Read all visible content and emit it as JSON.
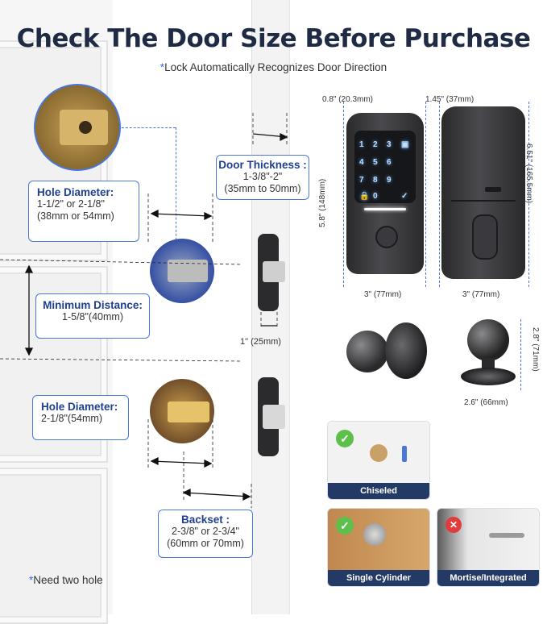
{
  "header": {
    "title": "Check The Door Size Before Purchase",
    "subtitle_asterisk": "*",
    "subtitle": "Lock Automatically Recognizes Door Direction"
  },
  "door_labels": {
    "hole_diameter_1": {
      "heading": "Hole Diameter:",
      "line1": "1-1/2\" or 2-1/8\"",
      "line2": "(38mm or 54mm)"
    },
    "minimum_distance": {
      "heading": "Minimum Distance:",
      "line1": "1-5/8\"(40mm)"
    },
    "hole_diameter_2": {
      "heading": "Hole Diameter:",
      "line1": "2-1/8\"(54mm)"
    },
    "door_thickness": {
      "heading": "Door Thickness :",
      "line1": "1-3/8\"-2\"",
      "line2": "(35mm to 50mm)"
    },
    "backset": {
      "heading": "Backset :",
      "line1": "2-3/8\" or 2-3/4\"",
      "line2": "(60mm or 70mm)"
    },
    "latch_width": "1\" (25mm)",
    "footnote_asterisk": "*",
    "footnote": "Need two hole"
  },
  "dimensions": {
    "front_depth": "0.8\" (20.3mm)",
    "back_depth": "1.45\" (37mm)",
    "front_height": "5.8\" (148mm)",
    "back_height": "6.51\" (165.5mm)",
    "front_width": "3\" (77mm)",
    "back_width": "3\" (77mm)",
    "knob_height": "2.8\" (71mm)",
    "knob_width": "2.6\" (66mm)"
  },
  "keypad": [
    "1",
    "2",
    "3",
    "4",
    "5",
    "6",
    "7",
    "8",
    "9",
    "0"
  ],
  "cards": {
    "chiseled": "Chiseled",
    "single_cylinder": "Single Cylinder",
    "mortise": "Mortise/Integrated"
  },
  "colors": {
    "accent": "#4a78d9",
    "card_label": "#243a66",
    "check": "#5cc04a",
    "cross": "#e23b3b"
  }
}
